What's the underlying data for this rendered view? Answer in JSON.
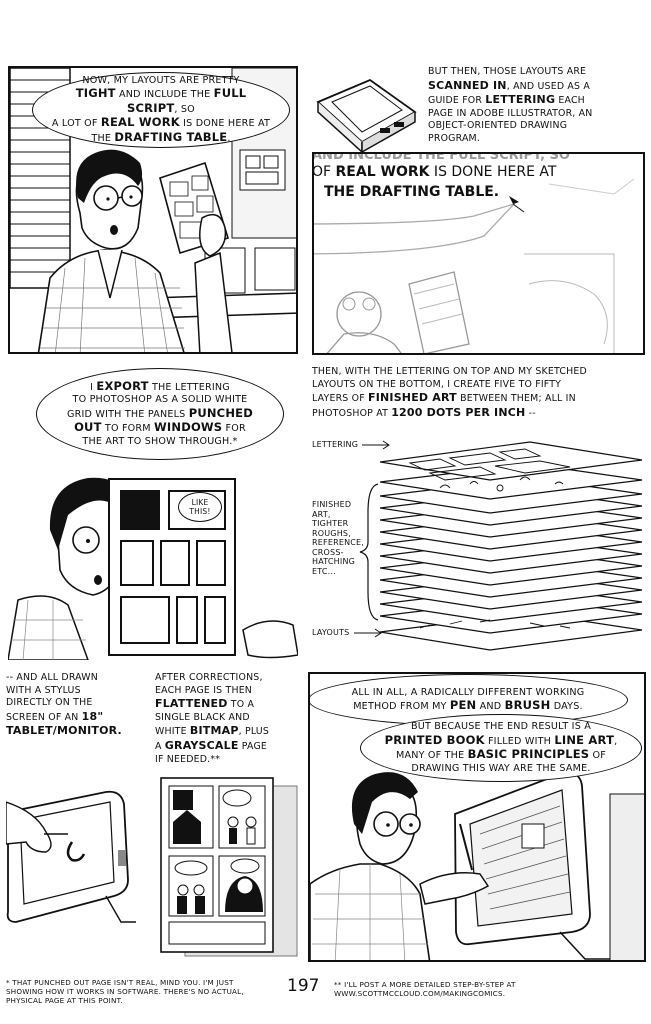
{
  "page_number": "197",
  "panel1": {
    "bubble": [
      {
        "t": "NOW, MY LAYOUTS ARE PRETTY"
      },
      {
        "t1": "TIGHT",
        "t2": " AND INCLUDE THE ",
        "t3": "FULL SCRIPT",
        "t4": ", SO"
      },
      {
        "t1": "A LOT OF ",
        "t2": "REAL WORK",
        "t3": " IS DONE HERE AT"
      },
      {
        "t1": "THE ",
        "t2": "DRAFTING TABLE",
        "t3": "."
      }
    ]
  },
  "panel2": {
    "caption": [
      "BUT THEN, THOSE LAYOUTS ARE",
      {
        "b": "SCANNED IN",
        "r": ", AND USED AS A"
      },
      {
        "r1": "GUIDE FOR ",
        "b": "LETTERING",
        "r2": " EACH"
      },
      "PAGE IN ADOBE ILLUSTRATOR, AN",
      "OBJECT-ORIENTED DRAWING",
      "PROGRAM."
    ],
    "scan_line1": "AND INCLUDE THE FULL SCRIPT, SO",
    "scan_line2": {
      "a": "OF ",
      "b": "REAL WORK",
      "c": " IS DONE HERE AT"
    },
    "scan_line3": "THE DRAFTING TABLE."
  },
  "panel3": {
    "bubble": [
      {
        "r1": "I ",
        "b": "EXPORT",
        "r2": " THE LETTERING"
      },
      "TO PHOTOSHOP AS A SOLID WHITE",
      {
        "r1": "GRID WITH THE PANELS ",
        "b": "PUNCHED"
      },
      {
        "b1": "OUT",
        "r1": " TO FORM ",
        "b2": "WINDOWS",
        "r2": " FOR"
      },
      "THE ART TO SHOW THROUGH.*"
    ],
    "mini_bubble": [
      "LIKE",
      "THIS!"
    ]
  },
  "panel4": {
    "caption": [
      "THEN, WITH THE LETTERING ON TOP AND MY SKETCHED",
      "LAYOUTS ON THE BOTTOM, I CREATE FIVE TO FIFTY",
      {
        "r1": "LAYERS OF ",
        "b": "FINISHED ART",
        "r2": " BETWEEN THEM; ALL IN"
      },
      {
        "r1": "PHOTOSHOP AT ",
        "b": "1200 DOTS PER INCH",
        "r2": " --"
      }
    ],
    "label_top": "LETTERING",
    "label_mid": [
      "FINISHED",
      "ART,",
      "TIGHTER",
      "ROUGHS,",
      "REFERENCE,",
      "CROSS-",
      "HATCHING",
      "ETC..."
    ],
    "label_bottom": "LAYOUTS"
  },
  "panel5": {
    "caption": [
      "-- AND ALL DRAWN",
      "WITH A STYLUS",
      "DIRECTLY ON THE",
      "SCREEN OF AN"
    ],
    "bold1": "18\"",
    "bold2": "TABLET/MONITOR."
  },
  "panel6": {
    "caption": [
      "AFTER CORRECTIONS,",
      "EACH PAGE IS THEN",
      {
        "b": "FLATTENED",
        "r": " TO A"
      },
      "SINGLE BLACK AND",
      {
        "r1": "WHITE ",
        "b": "BITMAP",
        "r2": ", PLUS"
      },
      {
        "r1": "A ",
        "b": "GRAYSCALE",
        "r2": " PAGE"
      },
      "IF NEEDED.**"
    ]
  },
  "panel7": {
    "bubble1": [
      "ALL IN ALL, A RADICALLY DIFFERENT WORKING",
      {
        "r1": "METHOD FROM MY ",
        "b1": "PEN",
        "r2": " AND ",
        "b2": "BRUSH",
        "r3": " DAYS."
      }
    ],
    "bubble2": [
      "BUT BECAUSE THE END RESULT IS A",
      {
        "b1": "PRINTED BOOK",
        "r1": " FILLED WITH ",
        "b2": "LINE ART",
        "r2": ","
      },
      {
        "r1": "MANY OF THE ",
        "b": "BASIC PRINCIPLES",
        "r2": " OF"
      },
      "DRAWING THIS WAY ARE THE SAME."
    ]
  },
  "footnotes": {
    "left": [
      "* THAT PUNCHED OUT PAGE ISN'T REAL, MIND YOU. I'M JUST",
      "SHOWING HOW IT WORKS IN SOFTWARE. THERE'S NO ACTUAL,",
      "PHYSICAL PAGE AT THIS POINT."
    ],
    "right": [
      "** I'LL POST A MORE DETAILED STEP-BY-STEP AT",
      "WWW.SCOTTMCCLOUD.COM/MAKINGCOMICS."
    ]
  }
}
